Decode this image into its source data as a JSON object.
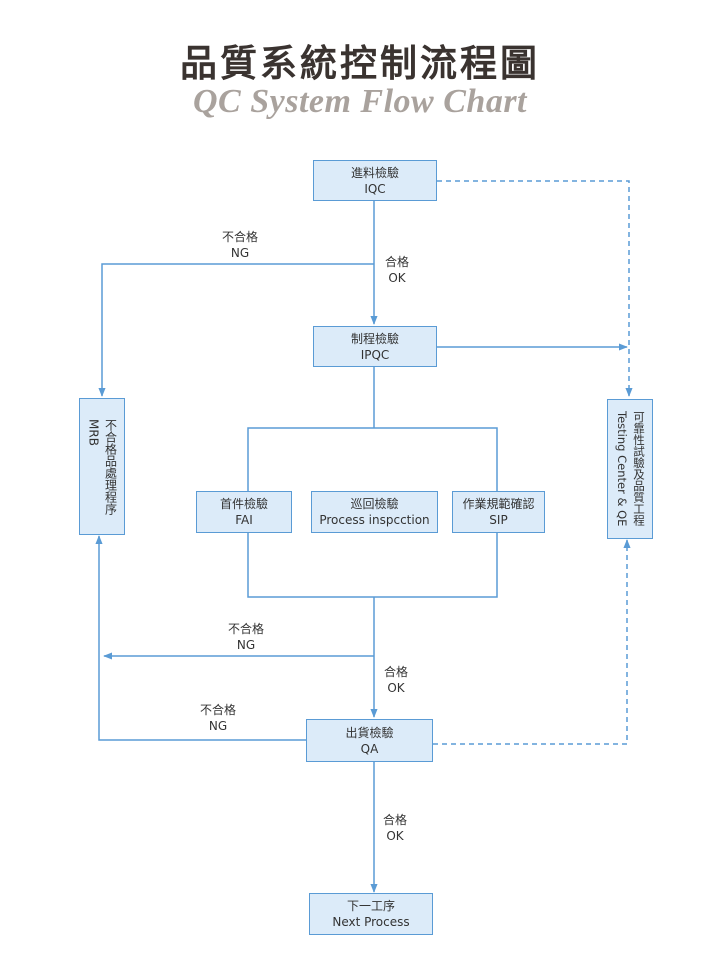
{
  "header": {
    "title_zh": "品質系統控制流程圖",
    "title_en": "QC System Flow Chart"
  },
  "colors": {
    "box_fill": "#dcebf9",
    "box_border": "#5a9bd5",
    "line": "#5a9bd5",
    "title": "#3a3330",
    "subtitle": "#a9a29d"
  },
  "nodes": {
    "iqc": {
      "zh": "進料檢驗",
      "en": "IQC"
    },
    "ipqc": {
      "zh": "制程檢驗",
      "en": "IPQC"
    },
    "fai": {
      "zh": "首件檢驗",
      "en": "FAI"
    },
    "process_inspection": {
      "zh": "巡回檢驗",
      "en": "Process inspcction"
    },
    "sip": {
      "zh": "作業規範確認",
      "en": "SIP"
    },
    "qa": {
      "zh": "出貨檢驗",
      "en": "QA"
    },
    "next_process": {
      "zh": "下一工序",
      "en": "Next Process"
    },
    "mrb": {
      "zh": "不合格品處理程序",
      "en": "MRB"
    },
    "testing": {
      "zh": "可靠性試驗及品質工程",
      "en": "Testing Center & QE"
    }
  },
  "labels": {
    "ng_1": {
      "zh": "不合格",
      "en": "NG"
    },
    "ok_1": {
      "zh": "合格",
      "en": "OK"
    },
    "ng_2": {
      "zh": "不合格",
      "en": "NG"
    },
    "ok_2": {
      "zh": "合格",
      "en": "OK"
    },
    "ng_3": {
      "zh": "不合格",
      "en": "NG"
    },
    "ok_3": {
      "zh": "合格",
      "en": "OK"
    }
  }
}
